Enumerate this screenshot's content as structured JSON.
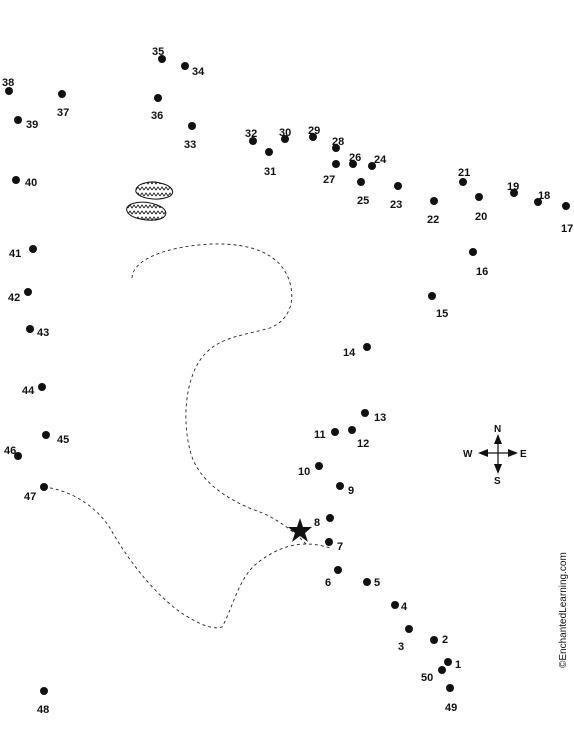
{
  "points": [
    {
      "n": "1"
    },
    {
      "n": "2"
    },
    {
      "n": "3"
    },
    {
      "n": "4"
    },
    {
      "n": "5"
    },
    {
      "n": "6"
    },
    {
      "n": "7"
    },
    {
      "n": "8"
    },
    {
      "n": "9"
    },
    {
      "n": "10"
    },
    {
      "n": "11"
    },
    {
      "n": "12"
    },
    {
      "n": "13"
    },
    {
      "n": "14"
    },
    {
      "n": "15"
    },
    {
      "n": "16"
    },
    {
      "n": "17"
    },
    {
      "n": "18"
    },
    {
      "n": "19"
    },
    {
      "n": "20"
    },
    {
      "n": "21"
    },
    {
      "n": "22"
    },
    {
      "n": "23"
    },
    {
      "n": "24"
    },
    {
      "n": "25"
    },
    {
      "n": "26"
    },
    {
      "n": "27"
    },
    {
      "n": "28"
    },
    {
      "n": "29"
    },
    {
      "n": "30"
    },
    {
      "n": "31"
    },
    {
      "n": "32"
    },
    {
      "n": "33"
    },
    {
      "n": "34"
    },
    {
      "n": "35"
    },
    {
      "n": "36"
    },
    {
      "n": "37"
    },
    {
      "n": "38"
    },
    {
      "n": "39"
    },
    {
      "n": "40"
    },
    {
      "n": "41"
    },
    {
      "n": "42"
    },
    {
      "n": "43"
    },
    {
      "n": "44"
    },
    {
      "n": "45"
    },
    {
      "n": "46"
    },
    {
      "n": "47"
    },
    {
      "n": "48"
    },
    {
      "n": "49"
    },
    {
      "n": "50"
    }
  ],
  "compass": {
    "n": "N",
    "s": "S",
    "e": "E",
    "w": "W"
  },
  "credit": "©EnchantedLearning.com",
  "colors": {
    "ink": "#111111",
    "background": "#ffffff"
  }
}
